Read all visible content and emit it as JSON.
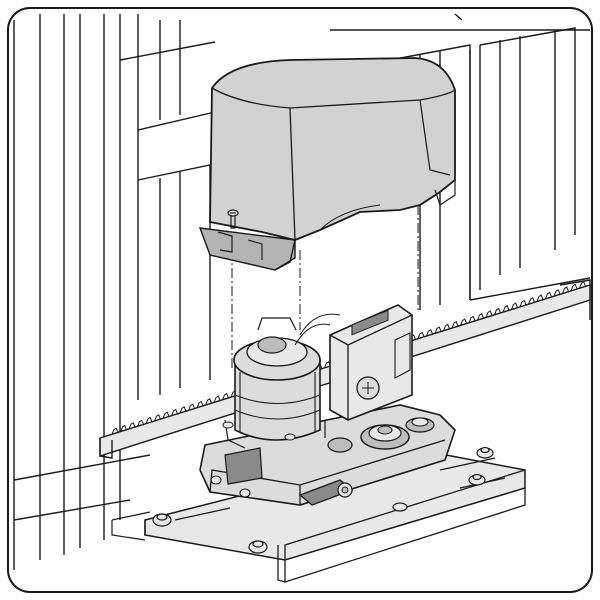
{
  "colors": {
    "background": "#ffffff",
    "frame_stroke": "#1a1a1a",
    "line": "#1a1a1a",
    "cover_fill": "#d2d2d2",
    "cover_shadow": "#b4b4b4",
    "metal_fill": "#e8e8e8",
    "motor_fill": "#dcdcdc",
    "gear_fill": "#bdbdbd",
    "dark_part": "#8a8a8a"
  },
  "parts": [
    {
      "name": "gate-panel"
    },
    {
      "name": "gear-rack"
    },
    {
      "name": "motor-cover"
    },
    {
      "name": "cover-screw"
    },
    {
      "name": "electric-motor"
    },
    {
      "name": "control-board"
    },
    {
      "name": "drive-gears"
    },
    {
      "name": "gearmotor-base"
    },
    {
      "name": "foundation-plate"
    },
    {
      "name": "fixing-nuts"
    },
    {
      "name": "release-lever"
    }
  ],
  "icons": {
    "cover_screw": "screw-icon",
    "fixing_nut": "nut-icon"
  }
}
